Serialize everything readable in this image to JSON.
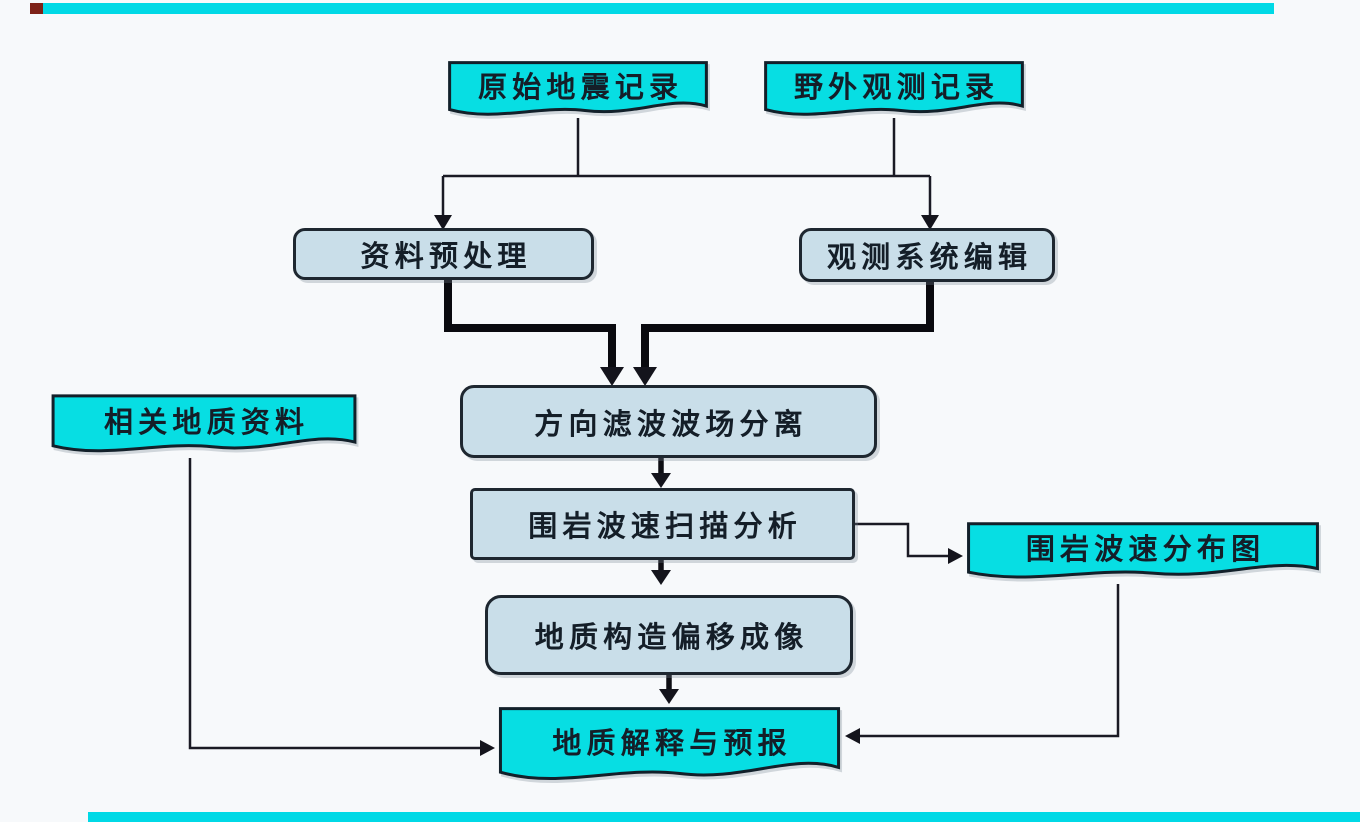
{
  "page": {
    "background": "#F7F9FB",
    "top_bar_color": "#00D9E6",
    "top_bar_accent_color": "#7E2218",
    "bottom_bar_color": "#00D9E6"
  },
  "diagram": {
    "type": "flowchart",
    "colors": {
      "document_fill": "#07DEE3",
      "process_fill": "#C9DEE9",
      "border": "#1E2730",
      "connector": "#1A1A24",
      "connector_thick": "#0A0A0F",
      "text": "#141E28"
    },
    "nodes": {
      "raw_seismic_record": {
        "label": "原始地震记录",
        "type": "document"
      },
      "field_observation_record": {
        "label": "野外观测记录",
        "type": "document"
      },
      "data_preprocessing": {
        "label": "资料预处理",
        "type": "process"
      },
      "observation_system_editing": {
        "label": "观测系统编辑",
        "type": "process"
      },
      "directional_filtering_wavefield_separation": {
        "label": "方向滤波波场分离",
        "type": "process"
      },
      "rock_velocity_scan_analysis": {
        "label": "围岩波速扫描分析",
        "type": "process"
      },
      "rock_velocity_distribution_map": {
        "label": "围岩波速分布图",
        "type": "document"
      },
      "geological_structure_migration_imaging": {
        "label": "地质构造偏移成像",
        "type": "process"
      },
      "related_geological_data": {
        "label": "相关地质资料",
        "type": "document"
      },
      "geological_interpretation_and_forecast": {
        "label": "地质解释与预报",
        "type": "document"
      }
    },
    "edges": [
      "原始地震记录 → 资料预处理 / 观测系统编辑",
      "野外观测记录 → 资料预处理 / 观测系统编辑",
      "资料预处理 → 方向滤波波场分离",
      "观测系统编辑 → 方向滤波波场分离",
      "方向滤波波场分离 → 围岩波速扫描分析",
      "围岩波速扫描分析 → 围岩波速分布图",
      "围岩波速扫描分析 → 地质构造偏移成像",
      "地质构造偏移成像 → 地质解释与预报",
      "围岩波速分布图 → 地质解释与预报",
      "相关地质资料 → 地质解释与预报"
    ]
  }
}
